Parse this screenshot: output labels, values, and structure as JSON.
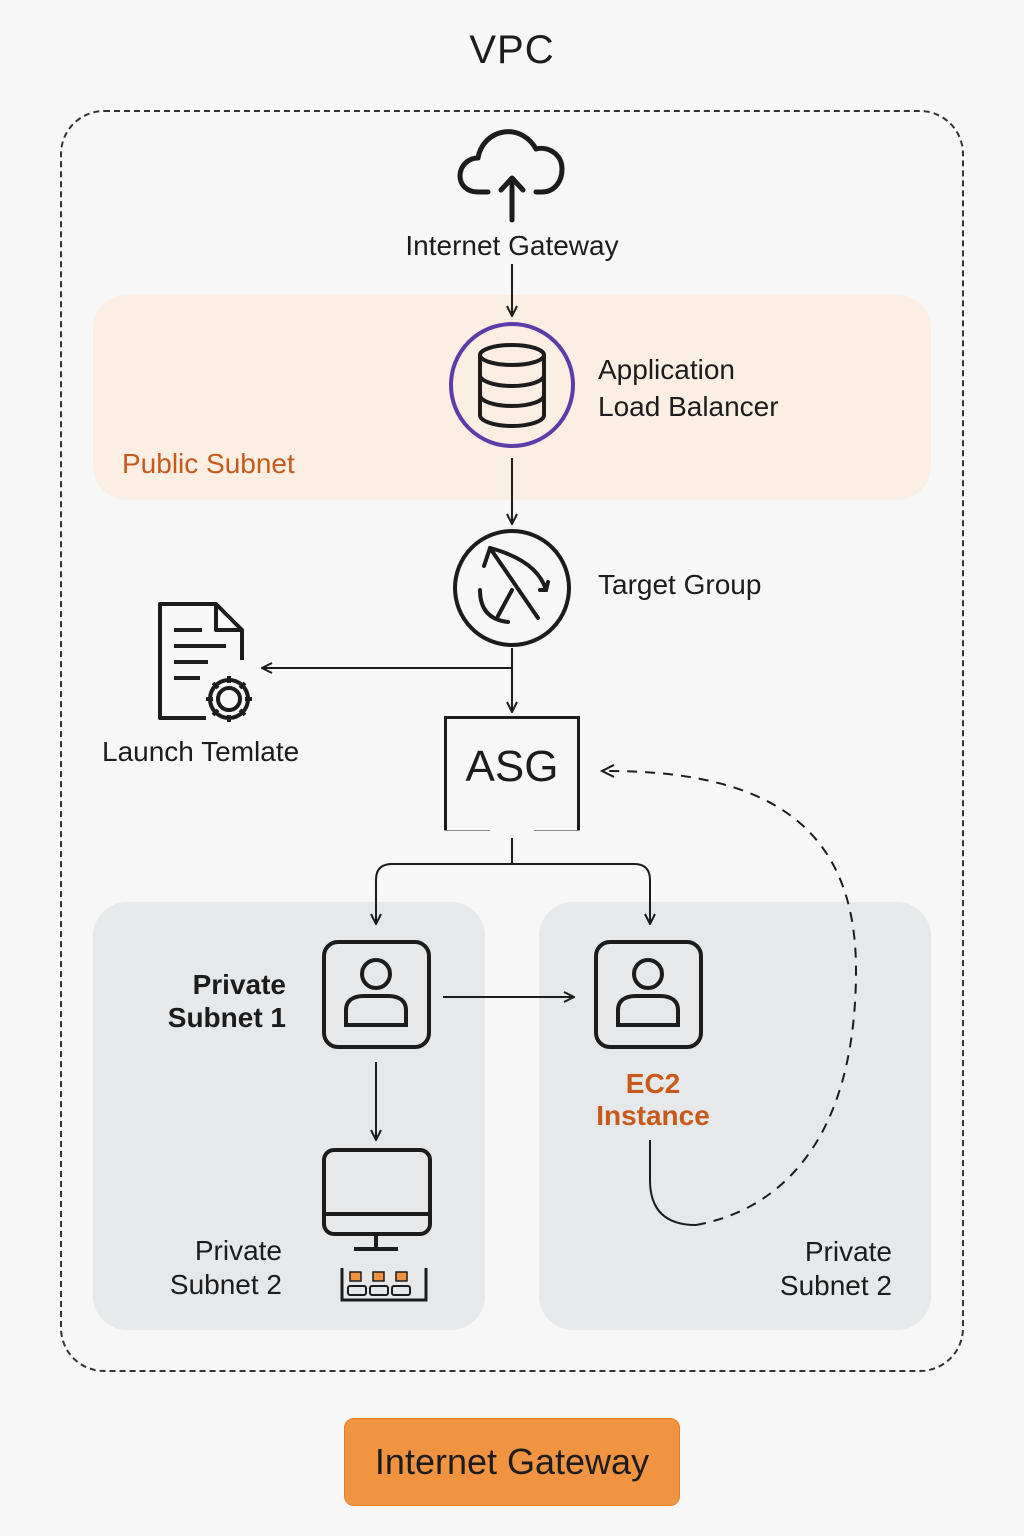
{
  "diagram": {
    "title": "VPC",
    "nodes": {
      "internet_gateway": "Internet Gateway",
      "alb_line1": "Application",
      "alb_line2": "Load Balancer",
      "public_subnet": "Public Subnet",
      "target_group": "Target Group",
      "launch_template": "Launch Temlate",
      "asg": "ASG",
      "private_subnet_1_line1": "Private",
      "private_subnet_1_line2": "Subnet 1",
      "private_subnet_2a_line1": "Private",
      "private_subnet_2a_line2": "Subnet 2",
      "private_subnet_2b_line1": "Private",
      "private_subnet_2b_line2": "Subnet 2",
      "ec2_line1": "EC2",
      "ec2_line2": "Instance"
    },
    "button_label": "Internet Gateway",
    "colors": {
      "accent_orange": "#c75a1a",
      "button_orange": "#f19442",
      "alb_purple": "#5b3ca8",
      "public_subnet_bg": "#fbeee2",
      "private_subnet_bg": "#e6e8ea"
    }
  }
}
